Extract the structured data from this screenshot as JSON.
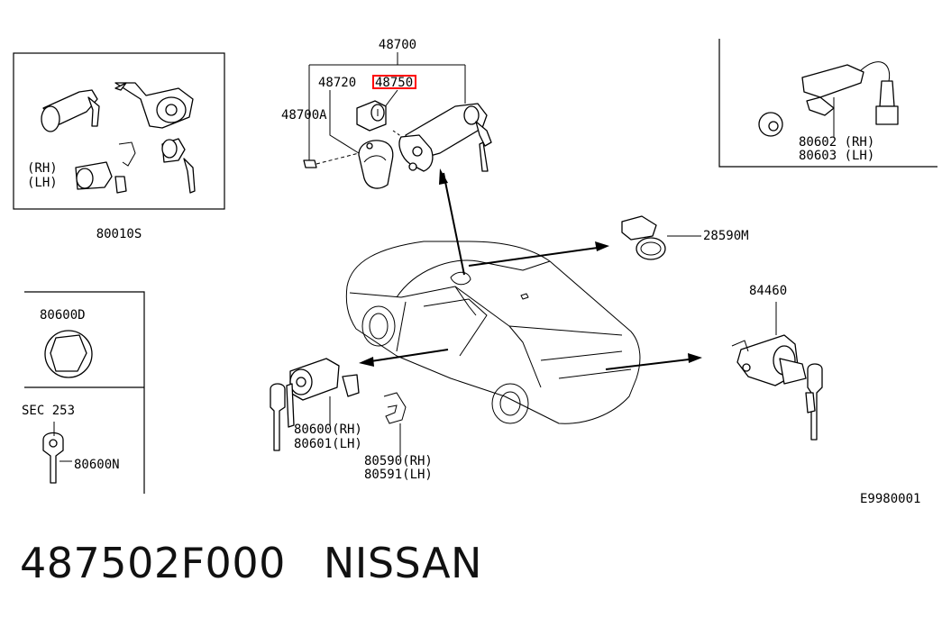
{
  "labels": {
    "assembly": "48700",
    "p48720": "48720",
    "p48750": "48750",
    "p48700a": "48700A",
    "set": "80010S",
    "rh": "(RH)",
    "lh": "(LH)",
    "p80602": "80602 (RH)",
    "p80603": "80603 (LH)",
    "p28590m": "28590M",
    "p80600d": "80600D",
    "p84460": "84460",
    "sec253": "SEC 253",
    "p80600n": "80600N",
    "p80600": "80600(RH)",
    "p80601": "80601(LH)",
    "p80590": "80590(RH)",
    "p80591": "80591(LH)",
    "code": "E9980001"
  },
  "footer": {
    "part_number": "487502F000",
    "brand": "NISSAN"
  },
  "highlight_color": "#ff0000"
}
